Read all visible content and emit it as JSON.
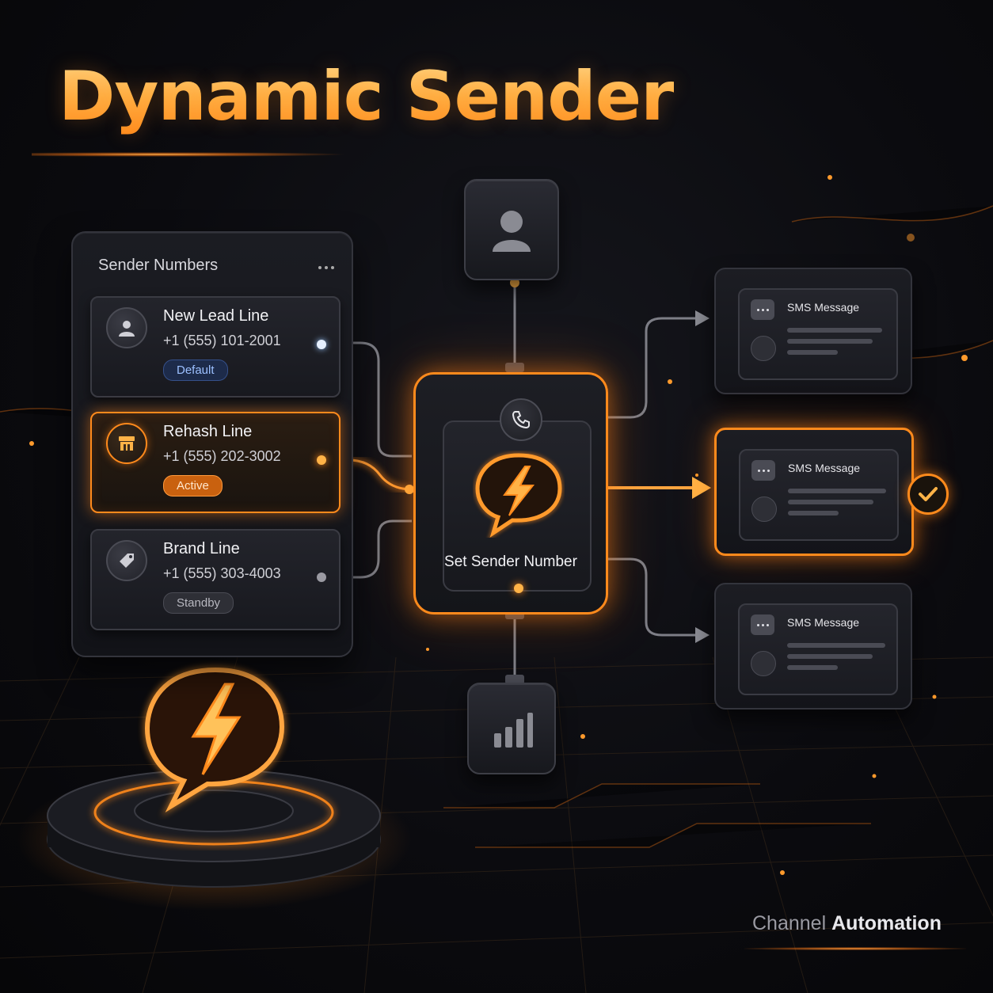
{
  "title": "Dynamic Sender",
  "panel": {
    "title": "Sender Numbers",
    "menu_icon": "more-horizontal-icon",
    "senders": [
      {
        "name": "New Lead Line",
        "number": "+1 (555) 101-2001",
        "status": "Default",
        "icon": "user-icon"
      },
      {
        "name": "Rehash Line",
        "number": "+1 (555) 202-3002",
        "status": "Active",
        "icon": "store-icon"
      },
      {
        "name": "Brand Line",
        "number": "+1 (555) 303-4003",
        "status": "Standby",
        "icon": "tag-icon"
      }
    ]
  },
  "center": {
    "label": "Set Sender Number",
    "top_icon": "phone-icon",
    "main_icon": "lightning-chat-icon"
  },
  "nodes": {
    "top": "user-icon",
    "bottom": "bar-chart-icon"
  },
  "messages": [
    {
      "label": "SMS Message",
      "state": "idle"
    },
    {
      "label": "SMS Message",
      "state": "sent"
    },
    {
      "label": "SMS Message",
      "state": "idle"
    }
  ],
  "footer": {
    "brand_light": "Channel",
    "brand_bold": "Automation"
  },
  "colors": {
    "accent": "#ff8a1c",
    "accent_light": "#ffb347",
    "background": "#0b0b0f",
    "default_badge": "#1d2b4a",
    "standby_badge": "#2e2f36"
  }
}
